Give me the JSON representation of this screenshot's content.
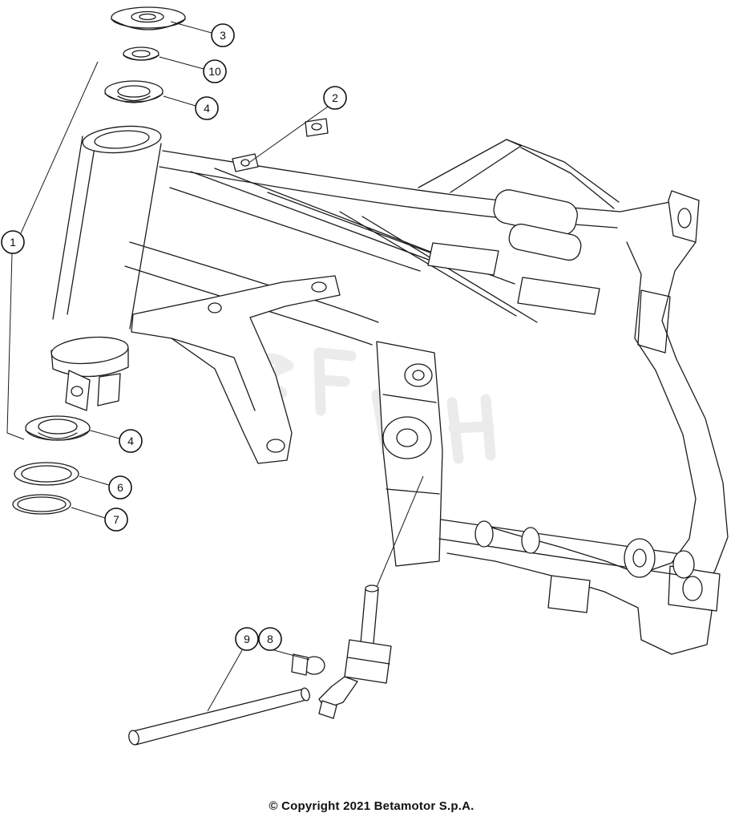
{
  "page": {
    "background": "#ffffff",
    "line_color": "#1b1b1b",
    "copyright": "© Copyright 2021 Betamotor S.p.A."
  },
  "diagram": {
    "kind": "exploded-parts-diagram",
    "subject": "motorcycle-frame-with-steering-head-bearings",
    "callouts": [
      {
        "label": "1"
      },
      {
        "label": "2"
      },
      {
        "label": "3"
      },
      {
        "label": "10"
      },
      {
        "label": "4"
      },
      {
        "label": "4"
      },
      {
        "label": "6"
      },
      {
        "label": "7"
      },
      {
        "label": "9"
      },
      {
        "label": "8"
      }
    ]
  }
}
